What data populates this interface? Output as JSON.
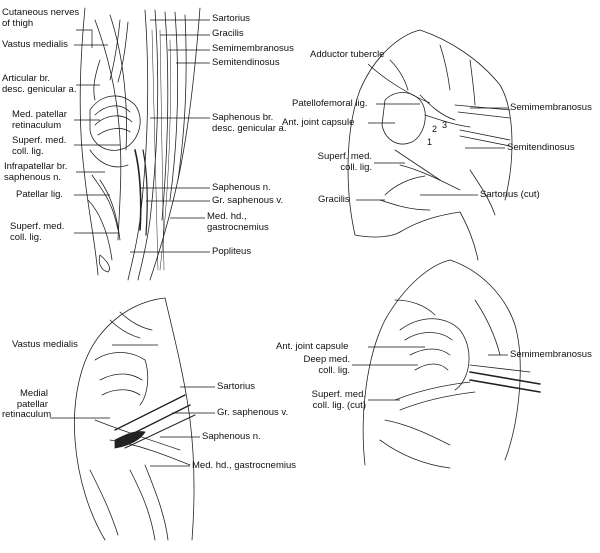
{
  "panels": {
    "top_left": {
      "labels": {
        "cutaneous_nerves": "Cutaneous nerves\nof thigh",
        "vastus_medialis": "Vastus medialis",
        "articular_br": "Articular br.\ndesc. genicular a.",
        "med_patellar_retinaculum": "Med. patellar\nretinaculum",
        "superf_med_coll_lig": "Superf. med.\ncoll. lig.",
        "infrapatellar_br": "Infrapatellar br.\nsaphenous n.",
        "patellar_lig": "Patellar lig.",
        "superf_med_coll_lig_2": "Superf. med.\ncoll. lig.",
        "sartorius": "Sartorius",
        "gracilis": "Gracilis",
        "semimembranosus": "Semimembranosus",
        "semitendinosus": "Semitendinosus",
        "saphenous_br": "Saphenous br.\ndesc. genicular a.",
        "saphenous_n": "Saphenous n.",
        "gr_saphenous_v": "Gr. saphenous v.",
        "med_hd_gastrocnemius": "Med. hd.,\ngastrocnemius",
        "popliteus": "Popliteus"
      }
    },
    "top_right": {
      "labels": {
        "adductor_tubercle": "Adductor tubercle",
        "patellofemoral_lig": "Patellofemoral lig.",
        "ant_joint_capsule": "Ant. joint capsule",
        "superf_med_coll_lig": "Superf. med.\ncoll. lig.",
        "gracilis": "Gracilis",
        "semimembranosus": "Semimembranosus",
        "semitendinosus": "Semitendinosus",
        "sartorius_cut": "Sartorius (cut)"
      },
      "markers": [
        "1",
        "2",
        "3"
      ]
    },
    "bottom_left": {
      "labels": {
        "vastus_medialis": "Vastus medialis",
        "medial_patellar_retinaculum": "Medial\npatellar\nretinaculum",
        "sartorius": "Sartorius",
        "gr_saphenous_v": "Gr. saphenous v.",
        "saphenous_n": "Saphenous n.",
        "med_hd_gastrocnemius": "Med. hd., gastrocnemius"
      }
    },
    "bottom_right": {
      "labels": {
        "ant_joint_capsule": "Ant. joint capsule",
        "deep_med_coll_lig": "Deep med.\ncoll. lig.",
        "superf_med_coll_lig_cut": "Superf. med.\ncoll. lig. (cut)",
        "semimembranosus": "Semimembranosus"
      }
    }
  }
}
